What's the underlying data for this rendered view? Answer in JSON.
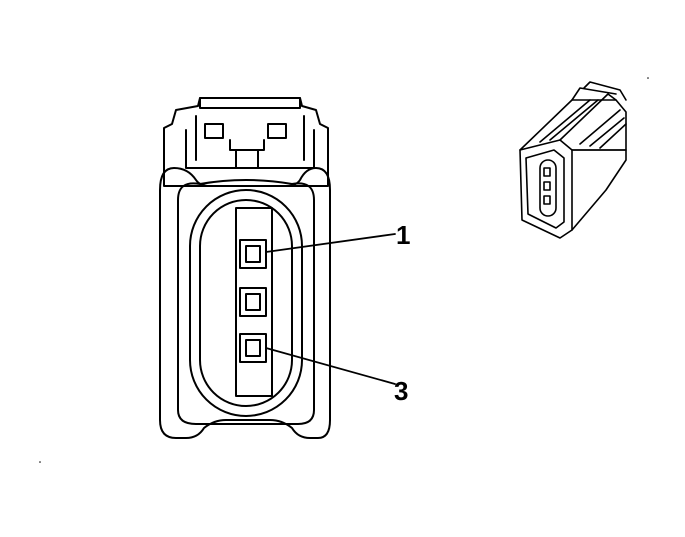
{
  "diagram": {
    "callouts": [
      {
        "id": "pin-1",
        "label": "1"
      },
      {
        "id": "pin-3",
        "label": "3"
      }
    ],
    "colors": {
      "stroke": "#000000",
      "background": "#ffffff"
    }
  }
}
